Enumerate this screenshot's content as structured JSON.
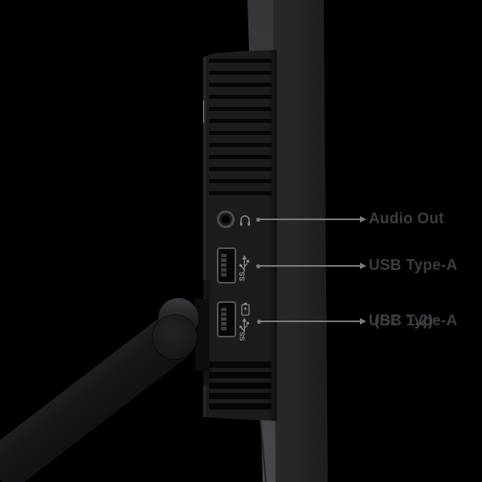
{
  "diagram": {
    "subject": "monitor-side-view-port-diagram",
    "callouts": [
      {
        "label": "Audio Out",
        "port": "audio-jack",
        "icon": "headphones-icon"
      },
      {
        "label": "USB Type-A",
        "port": "usb-type-a-port",
        "icon": "superspeed-usb-icon"
      },
      {
        "label": "USB Type-A",
        "label2": "(BC 1.2)",
        "port": "usb-type-a-bc12-port",
        "icon": "battery-charging-icon"
      }
    ],
    "colors": {
      "background": "#000000",
      "label_text": "#3b3b41",
      "callout_line": "#7b7b80",
      "icon_gray": "#8f8f93",
      "housing": "#1c1c1f",
      "panel_edge": "#3d3d42"
    }
  }
}
